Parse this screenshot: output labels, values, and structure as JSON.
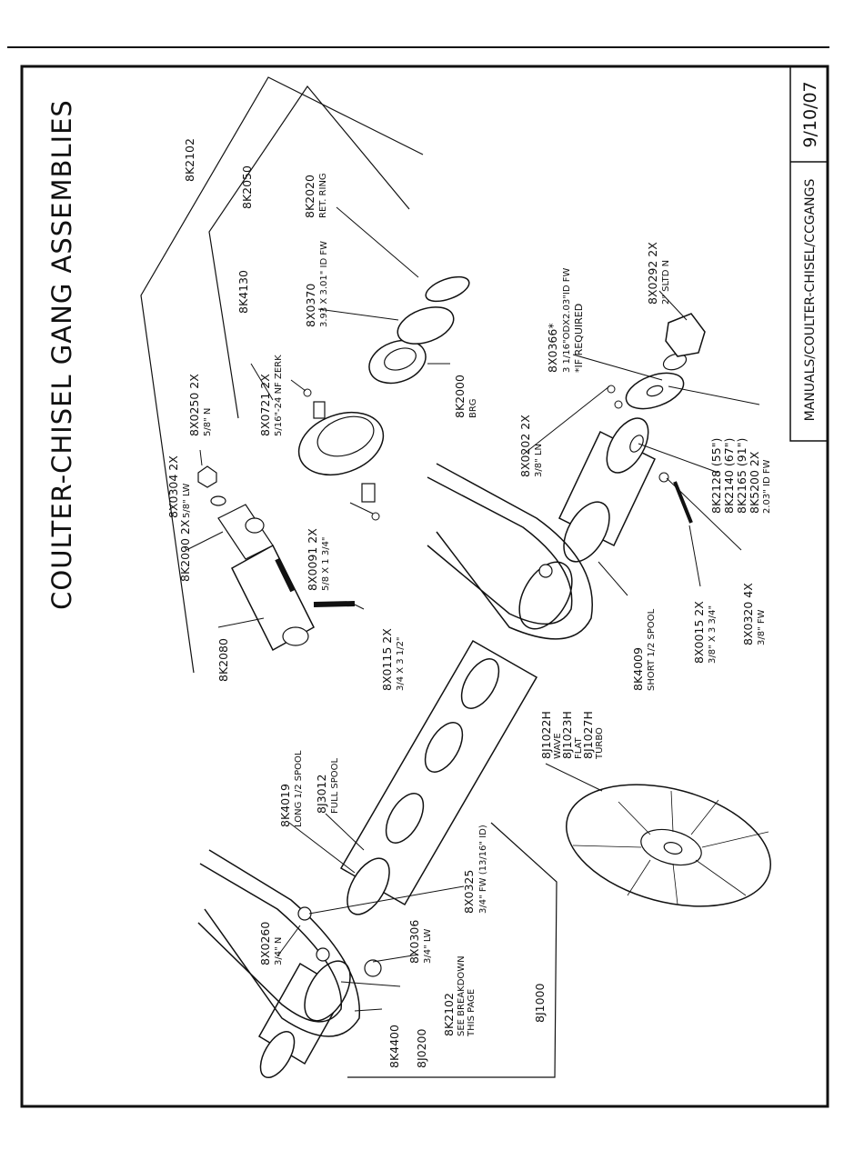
{
  "title": "COULTER-CHISEL GANG ASSEMBLIES",
  "title_block": {
    "path": "MANUALS/COULTER-CHISEL/CCGANGS",
    "date": "9/10/07"
  },
  "callouts": [
    {
      "id": "8K2102",
      "lines": [
        "8K2102"
      ]
    },
    {
      "id": "8K2050",
      "lines": [
        "8K2050"
      ]
    },
    {
      "id": "8K2020",
      "lines": [
        "8K2020",
        "RET. RING"
      ]
    },
    {
      "id": "8K4130",
      "lines": [
        "8K4130"
      ]
    },
    {
      "id": "8X0370",
      "lines": [
        "8X0370",
        "3.93 X 3.01\" ID FW"
      ]
    },
    {
      "id": "8X0721",
      "lines": [
        "8X0721  2X",
        "5/16\"-24 NF ZERK"
      ]
    },
    {
      "id": "8X0250",
      "lines": [
        "8X0250  2X",
        "5/8\" N"
      ]
    },
    {
      "id": "8X0304",
      "lines": [
        "8X0304  2X",
        "5/8\" LW"
      ]
    },
    {
      "id": "8K2000",
      "lines": [
        "8K2000",
        "BRG"
      ]
    },
    {
      "id": "8K2090",
      "lines": [
        "8K2090  2X"
      ]
    },
    {
      "id": "8X0091",
      "lines": [
        "8X0091  2X",
        "5/8 X 1 3/4\""
      ]
    },
    {
      "id": "8X0115",
      "lines": [
        "8X0115  2X",
        "3/4 X 3 1/2\""
      ]
    },
    {
      "id": "8K2080",
      "lines": [
        "8K2080"
      ]
    },
    {
      "id": "8X0292",
      "lines": [
        "8X0292  2X",
        "2\" SLTD N"
      ]
    },
    {
      "id": "8X0366",
      "lines": [
        "8X0366*",
        "3 1/16\"ODX2.03\"ID FW",
        "*IF REQUIRED"
      ]
    },
    {
      "id": "8X0202",
      "lines": [
        "8X0202  2X",
        "3/8\" LN"
      ]
    },
    {
      "id": "8K2128",
      "lines": [
        "8K2128   (55\")",
        "8K2140   (67\")",
        "8K2165   (91\")",
        "8K5200  2X",
        "2.03\" ID FW"
      ]
    },
    {
      "id": "8K4009",
      "lines": [
        "8K4009",
        "SHORT 1/2 SPOOL"
      ]
    },
    {
      "id": "8X0015",
      "lines": [
        "8X0015  2X",
        "3/8\" X 3 3/4\""
      ]
    },
    {
      "id": "8X0320",
      "lines": [
        "8X0320  4X",
        "3/8\" FW"
      ]
    },
    {
      "id": "8J1022H",
      "lines": [
        "8J1022H",
        "WAVE",
        "8J1023H",
        "FLAT",
        "8J1027H",
        "TURBO"
      ]
    },
    {
      "id": "8K4019",
      "lines": [
        "8K4019",
        "LONG 1/2 SPOOL"
      ]
    },
    {
      "id": "8J3012",
      "lines": [
        "8J3012",
        "FULL SPOOL"
      ]
    },
    {
      "id": "8X0325",
      "lines": [
        "8X0325",
        "3/4\" FW (13/16\" ID)"
      ]
    },
    {
      "id": "8X0306",
      "lines": [
        "8X0306",
        "3/4\" LW"
      ]
    },
    {
      "id": "8X0260",
      "lines": [
        "8X0260",
        "3/4\" N"
      ]
    },
    {
      "id": "8K2102b",
      "lines": [
        "8K2102",
        "SEE BREAKDOWN",
        "THIS PAGE"
      ]
    },
    {
      "id": "8J1000",
      "lines": [
        "8J1000"
      ]
    },
    {
      "id": "8K4400",
      "lines": [
        "8K4400"
      ]
    },
    {
      "id": "8J0200",
      "lines": [
        "8J0200"
      ]
    }
  ]
}
